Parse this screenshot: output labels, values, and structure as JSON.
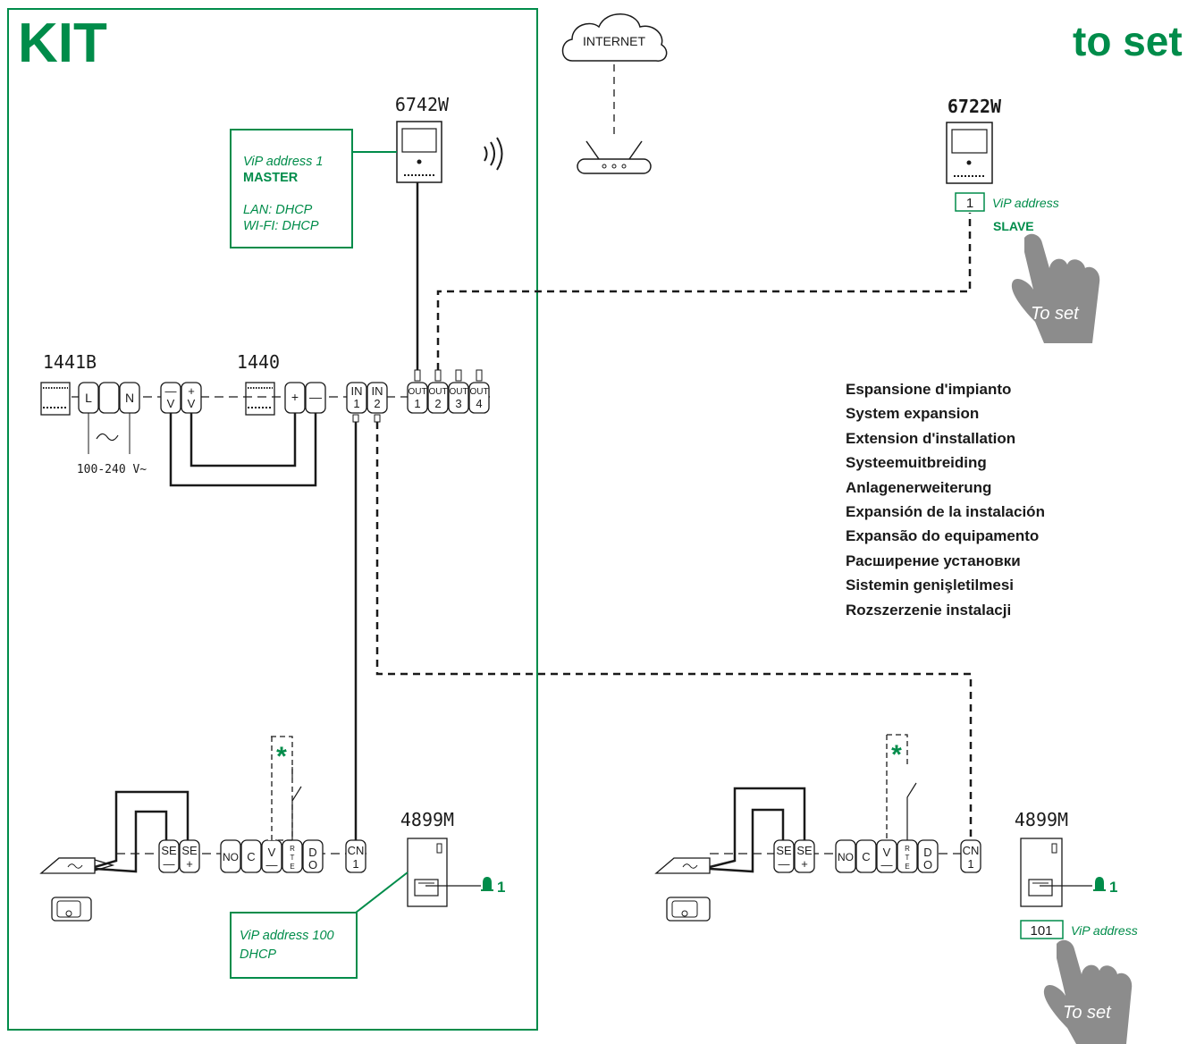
{
  "colors": {
    "accent": "#008c4a",
    "ink": "#1a1a1a"
  },
  "titles": {
    "kit": "KIT",
    "to_set": "to set"
  },
  "cloud": {
    "label": "INTERNET"
  },
  "devices": {
    "monitor_master": "6742W",
    "monitor_slave": "6722W",
    "power_supply": "1441B",
    "switch": "1440",
    "panel_kit": "4899M",
    "panel_ext": "4899M"
  },
  "notes": {
    "master": {
      "line1": "ViP address 1",
      "line2": "MASTER",
      "line3": "LAN: DHCP",
      "line4": "WI-FI: DHCP"
    },
    "panel_kit": {
      "line1": "ViP address 100",
      "line2": "DHCP"
    },
    "slave": {
      "value": "1",
      "label": "ViP address",
      "role": "SLAVE"
    },
    "panel_ext": {
      "value": "101",
      "label": "ViP address"
    }
  },
  "hand_label": "To set",
  "voltage": "100-240 V~",
  "bell": {
    "number": "1"
  },
  "terminals": {
    "psu": [
      "L",
      "N"
    ],
    "psu_out": [
      [
        "—",
        "V"
      ],
      [
        "+",
        "V"
      ]
    ],
    "switch_in": [
      "+",
      "—"
    ],
    "switch_ports": [
      [
        "IN",
        "1"
      ],
      [
        "IN",
        "2"
      ]
    ],
    "switch_outs": [
      [
        "OUT",
        "1"
      ],
      [
        "OUT",
        "2"
      ],
      [
        "OUT",
        "3"
      ],
      [
        "OUT",
        "4"
      ]
    ],
    "panel_se": [
      [
        "SE",
        "—"
      ],
      [
        "SE",
        "+"
      ]
    ],
    "panel_mid": [
      "NO",
      "C",
      "V\n—",
      "RTE",
      "DO"
    ],
    "panel_cn": [
      "CN",
      "1"
    ]
  },
  "asterisk": "*",
  "expansion_titles": [
    "Espansione d'impianto",
    "System expansion",
    "Extension d'installation",
    "Systeemuitbreiding",
    "Anlagenerweiterung",
    "Expansión de la instalación",
    "Expansão do equipamento",
    "Расширение установки",
    "Sistemin genişletilmesi",
    "Rozszerzenie instalacji"
  ]
}
